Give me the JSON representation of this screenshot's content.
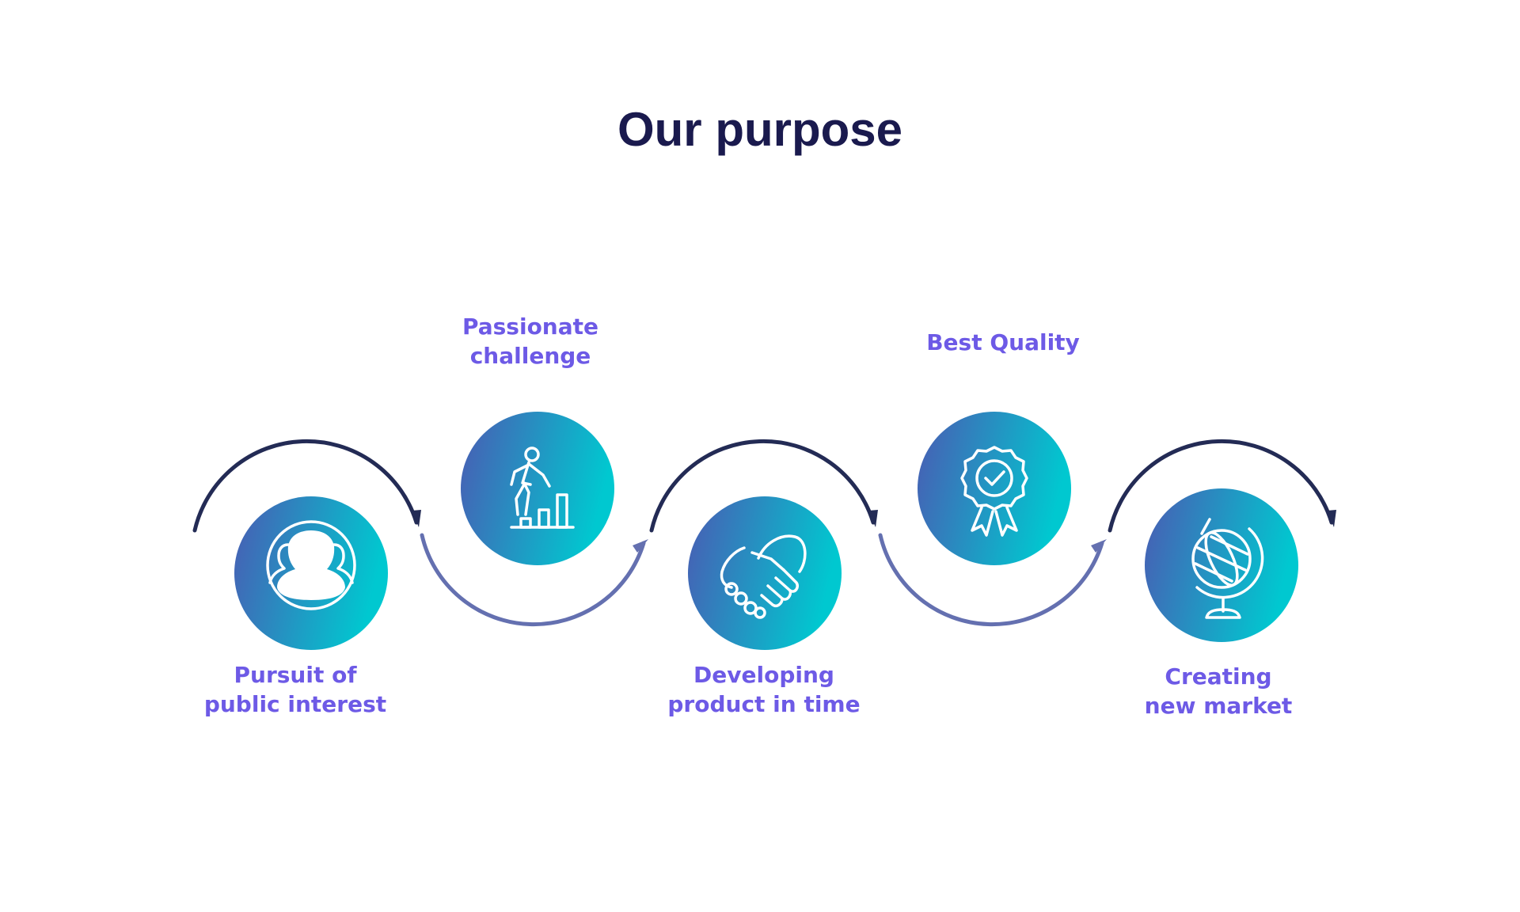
{
  "title": "Our purpose",
  "colors": {
    "title": "#1a1a4e",
    "label": "#6d5ae6",
    "arc_dark": "#232b55",
    "arc_light": "#6470b0",
    "circle_gradient_start": "#4a5bb3",
    "circle_gradient_end": "#00c8d0",
    "icon": "#ffffff"
  },
  "steps": [
    {
      "label": "Pursuit of\npublic interest",
      "icon": "people-group-icon"
    },
    {
      "label": "Passionate\nchallenge",
      "icon": "climbing-steps-icon"
    },
    {
      "label": "Developing\nproduct in time",
      "icon": "handshake-icon"
    },
    {
      "label": "Best Quality",
      "icon": "quality-badge-icon"
    },
    {
      "label": "Creating\nnew market",
      "icon": "globe-icon"
    }
  ]
}
